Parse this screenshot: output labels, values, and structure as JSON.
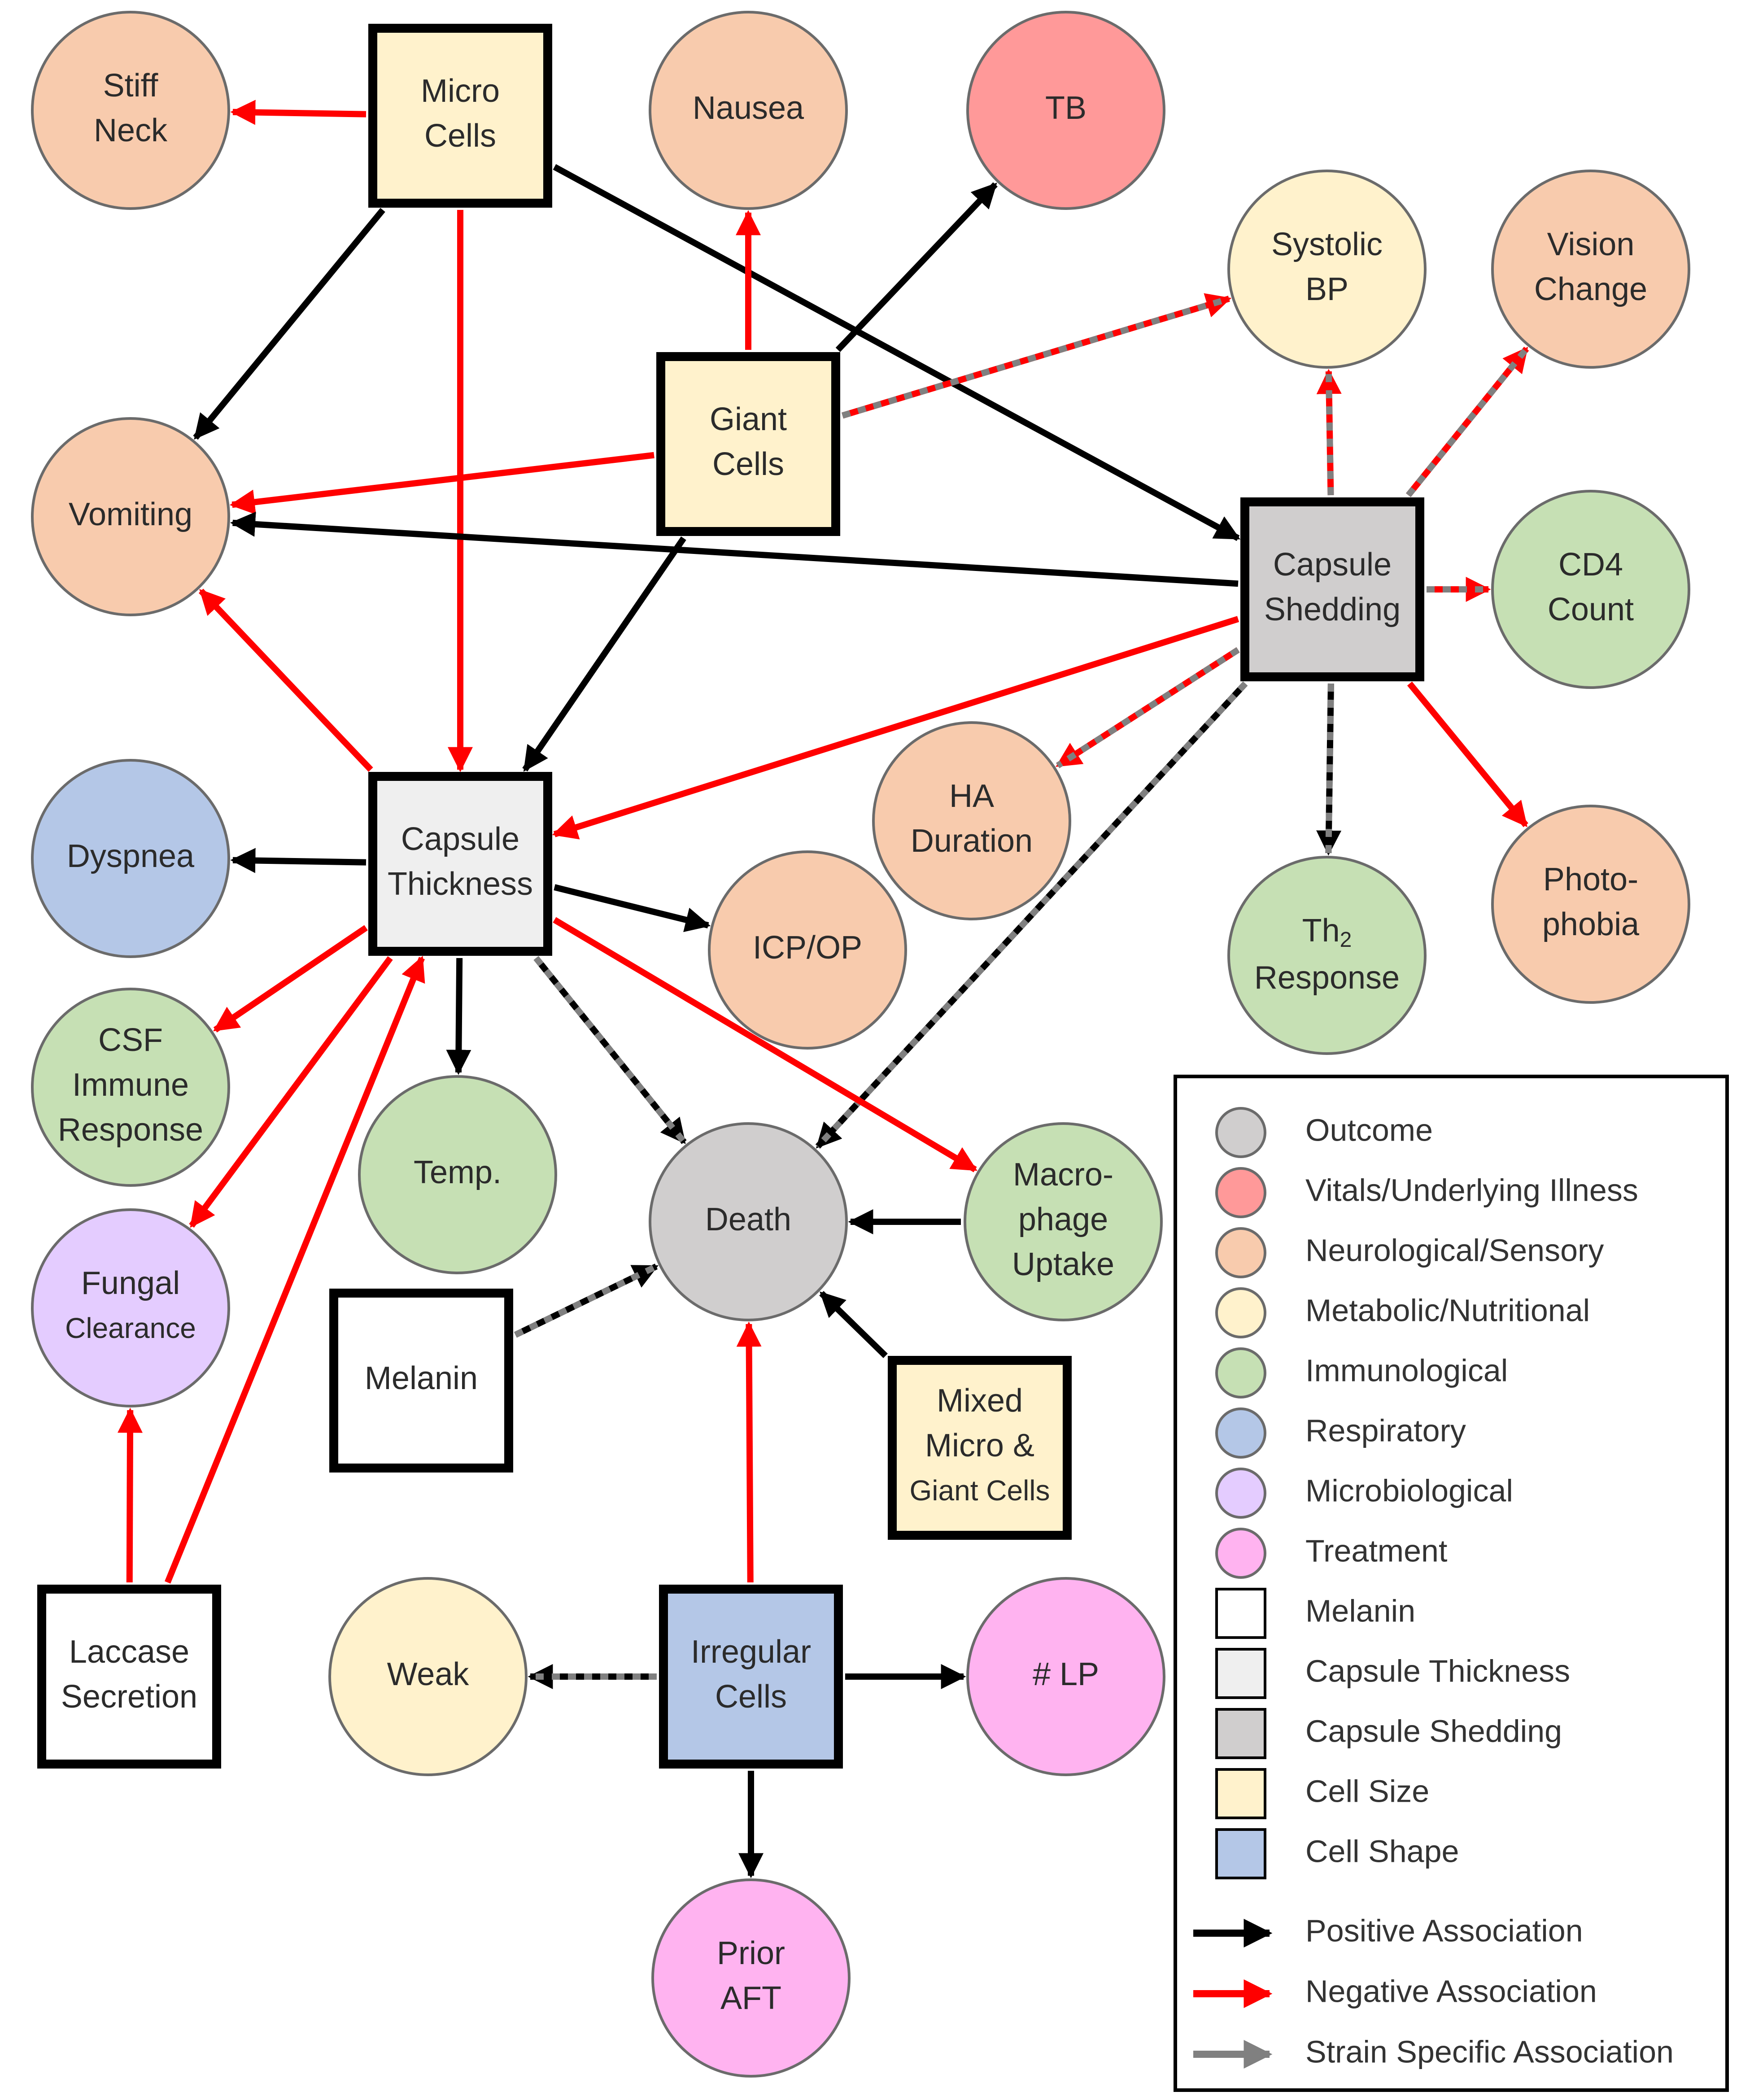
{
  "colors": {
    "outcome": "#d0cece",
    "vitals": "#ff9999",
    "neuro": "#f8cbad",
    "metabolic": "#fff2cc",
    "immuno": "#c6e0b4",
    "respiratory": "#b4c7e7",
    "micro": "#e4ccff",
    "treatment": "#ffb3f0",
    "melanin": "#ffffff",
    "thickness": "#efefef",
    "shedding": "#d0cece",
    "cellsize": "#fff2cc",
    "cellshape": "#b4c7e7",
    "positive": "#000000",
    "negative": "#ff0000",
    "strain": "#808080"
  },
  "nodes": {
    "stiff_neck": [
      "Stiff",
      "Neck"
    ],
    "micro_cells": [
      "Micro",
      "Cells"
    ],
    "nausea": [
      "Nausea"
    ],
    "tb": [
      "TB"
    ],
    "systolic_bp": [
      "Systolic",
      "BP"
    ],
    "vision_change": [
      "Vision",
      "Change"
    ],
    "giant_cells": [
      "Giant",
      "Cells"
    ],
    "vomiting": [
      "Vomiting"
    ],
    "capsule_shedding": [
      "Capsule",
      "Shedding"
    ],
    "cd4_count": [
      "CD4",
      "Count"
    ],
    "ha_duration": [
      "HA",
      "Duration"
    ],
    "photophobia": [
      "Photo-",
      "phobia"
    ],
    "dyspnea": [
      "Dyspnea"
    ],
    "capsule_thickness": [
      "Capsule",
      "Thickness"
    ],
    "icp_op": [
      "ICP/OP"
    ],
    "th2_response": {
      "base": "Th",
      "sub": "2",
      "line2": "Response"
    },
    "csf_immune": [
      "CSF",
      "Immune",
      "Response"
    ],
    "temp": [
      "Temp."
    ],
    "death": [
      "Death"
    ],
    "macrophage": [
      "Macro-",
      "phage",
      "Uptake"
    ],
    "fungal_clearance": [
      "Fungal",
      "Clearance"
    ],
    "melanin": [
      "Melanin"
    ],
    "mixed_cells": [
      "Mixed",
      "Micro &",
      "Giant Cells"
    ],
    "laccase": [
      "Laccase",
      "Secretion"
    ],
    "weak": [
      "Weak"
    ],
    "irregular_cells": [
      "Irregular",
      "Cells"
    ],
    "lp": [
      "# LP"
    ],
    "prior_aft": [
      "Prior",
      "AFT"
    ]
  },
  "legend": {
    "items": [
      {
        "label": "Outcome",
        "shape": "circle",
        "color": "#d0cece"
      },
      {
        "label": "Vitals/Underlying Illness",
        "shape": "circle",
        "color": "#ff9999"
      },
      {
        "label": "Neurological/Sensory",
        "shape": "circle",
        "color": "#f8cbad"
      },
      {
        "label": "Metabolic/Nutritional",
        "shape": "circle",
        "color": "#fff2cc"
      },
      {
        "label": "Immunological",
        "shape": "circle",
        "color": "#c6e0b4"
      },
      {
        "label": "Respiratory",
        "shape": "circle",
        "color": "#b4c7e7"
      },
      {
        "label": "Microbiological",
        "shape": "circle",
        "color": "#e4ccff"
      },
      {
        "label": "Treatment",
        "shape": "circle",
        "color": "#ffb3f0"
      },
      {
        "label": "Melanin",
        "shape": "square",
        "color": "#ffffff"
      },
      {
        "label": "Capsule Thickness",
        "shape": "square",
        "color": "#efefef"
      },
      {
        "label": "Capsule Shedding",
        "shape": "square",
        "color": "#d0cece"
      },
      {
        "label": "Cell Size",
        "shape": "square",
        "color": "#fff2cc"
      },
      {
        "label": "Cell Shape",
        "shape": "square",
        "color": "#b4c7e7"
      }
    ],
    "arrows": [
      {
        "label": "Positive Association",
        "color": "#000000"
      },
      {
        "label": "Negative Association",
        "color": "#ff0000"
      },
      {
        "label": "Strain Specific Association",
        "color": "#808080"
      }
    ]
  }
}
